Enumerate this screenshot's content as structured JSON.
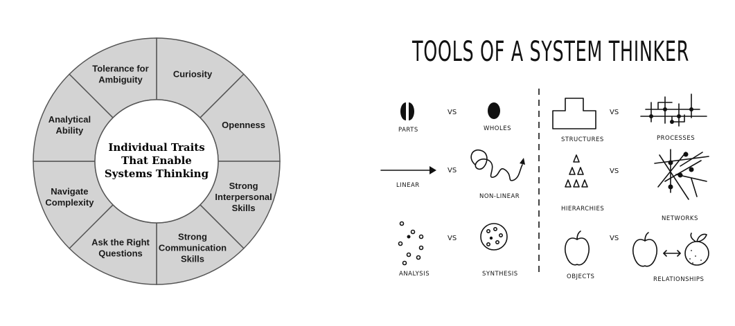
{
  "wheel": {
    "center_lines": [
      "Individual Traits",
      "That Enable",
      "Systems Thinking"
    ],
    "segments": [
      {
        "lines": [
          "Curiosity"
        ]
      },
      {
        "lines": [
          "Openness"
        ]
      },
      {
        "lines": [
          "Strong",
          "Interpersonal",
          "Skills"
        ]
      },
      {
        "lines": [
          "Strong",
          "Communication",
          "Skills"
        ]
      },
      {
        "lines": [
          "Ask the Right",
          "Questions"
        ]
      },
      {
        "lines": [
          "Navigate",
          "Complexity"
        ]
      },
      {
        "lines": [
          "Analytical",
          "Ability"
        ]
      },
      {
        "lines": [
          "Tolerance for",
          "Ambiguity"
        ]
      }
    ],
    "colors": {
      "segment_fill": "#d3d3d3",
      "outline": "#555555",
      "center_fill": "#ffffff"
    }
  },
  "tools": {
    "title": "TOOLS OF A SYSTEM THINKER",
    "vs": "VS",
    "items": {
      "parts": "PARTS",
      "wholes": "WHOLES",
      "linear": "LINEAR",
      "non_linear": "NON-LINEAR",
      "analysis": "ANALYSIS",
      "synthesis": "SYNTHESIS",
      "structures": "STRUCTURES",
      "processes": "PROCESSES",
      "hierarchies": "HIERARCHIES",
      "networks": "NETWORKS",
      "objects": "OBJECTS",
      "relationships": "RELATIONSHIPS"
    }
  }
}
